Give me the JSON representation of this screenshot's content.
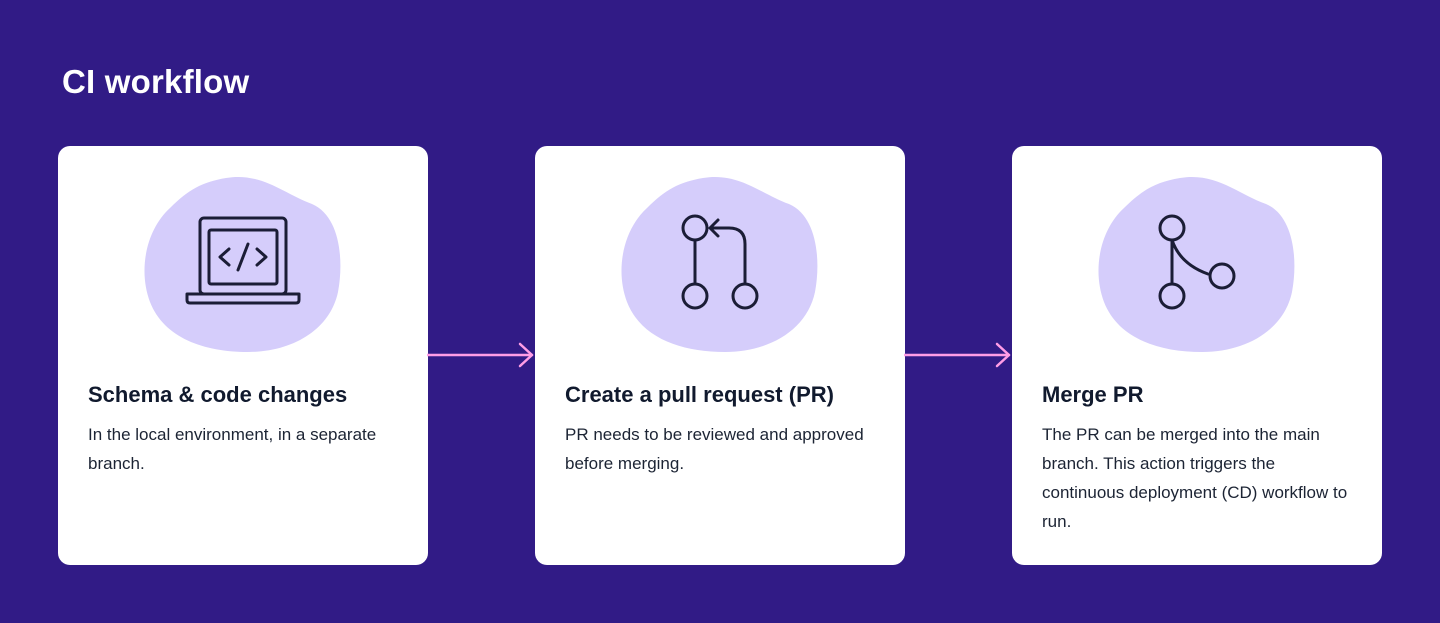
{
  "title": "CI workflow",
  "colors": {
    "background": "#311b86",
    "card": "#ffffff",
    "blob": "#d5cdfb",
    "icon_stroke": "#1b1d36",
    "arrow": "#ff9de6"
  },
  "steps": [
    {
      "icon": "laptop-code-icon",
      "title": "Schema & code changes",
      "description": "In the local environment, in a separate branch."
    },
    {
      "icon": "pull-request-icon",
      "title": "Create a pull request (PR)",
      "description": "PR needs to be reviewed and approved before merging."
    },
    {
      "icon": "merge-icon",
      "title": "Merge PR",
      "description": "The PR can be merged into the main branch. This action triggers the continuous deployment (CD) workflow to run."
    }
  ]
}
